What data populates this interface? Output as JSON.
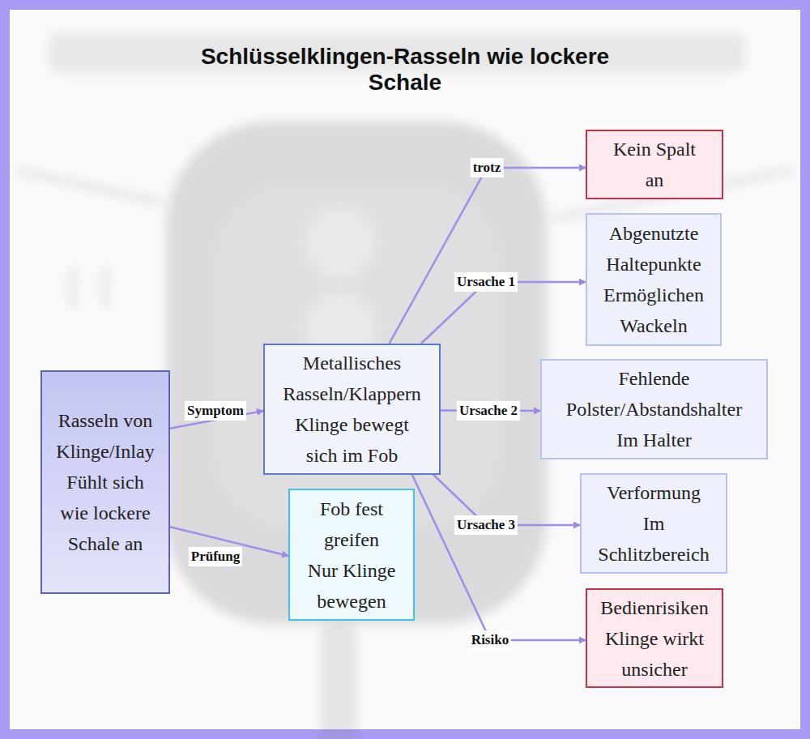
{
  "diagram": {
    "title": "Schlüsselklingen-Rasseln wie lockere Schale",
    "nodes": [
      {
        "text": [
          "Rasseln von Klinge/Inlay",
          "Fühlt sich wie lockere Schale an"
        ]
      },
      {
        "text": [
          "Metallisches Rasseln/Klappern",
          "Klinge bewegt sich im Fob"
        ]
      },
      {
        "text": [
          "Fob fest greifen",
          "Nur Klinge bewegen"
        ]
      },
      {
        "text": [
          "Kein Spalt an"
        ]
      },
      {
        "text": [
          "Abgenutzte Haltepunkte Ermöglichen Wackeln"
        ]
      },
      {
        "text": [
          "Fehlende Polster/Abstandshalter Im Halter"
        ]
      },
      {
        "text": [
          "Verformung Im Schlitzbereich"
        ]
      },
      {
        "text": [
          "Bedienrisiken",
          "Klinge wirkt unsicher"
        ]
      }
    ],
    "edges": [
      {
        "from": 0,
        "to": 1,
        "label": "Symptom",
        "arrow": "to"
      },
      {
        "from": 0,
        "to": 2,
        "label": "Prüfung",
        "arrow": "to"
      },
      {
        "from": 1,
        "to": 3,
        "label": "trotz",
        "arrow": "to"
      },
      {
        "from": 1,
        "to": 4,
        "label": "Ursache 1",
        "arrow": "to"
      },
      {
        "from": 1,
        "to": 5,
        "label": "Ursache 2",
        "arrow": "to"
      },
      {
        "from": 1,
        "to": 6,
        "label": "Ursache 3",
        "arrow": "to"
      },
      {
        "from": 1,
        "to": 7,
        "label": "Risiko",
        "arrow": "to"
      }
    ]
  }
}
